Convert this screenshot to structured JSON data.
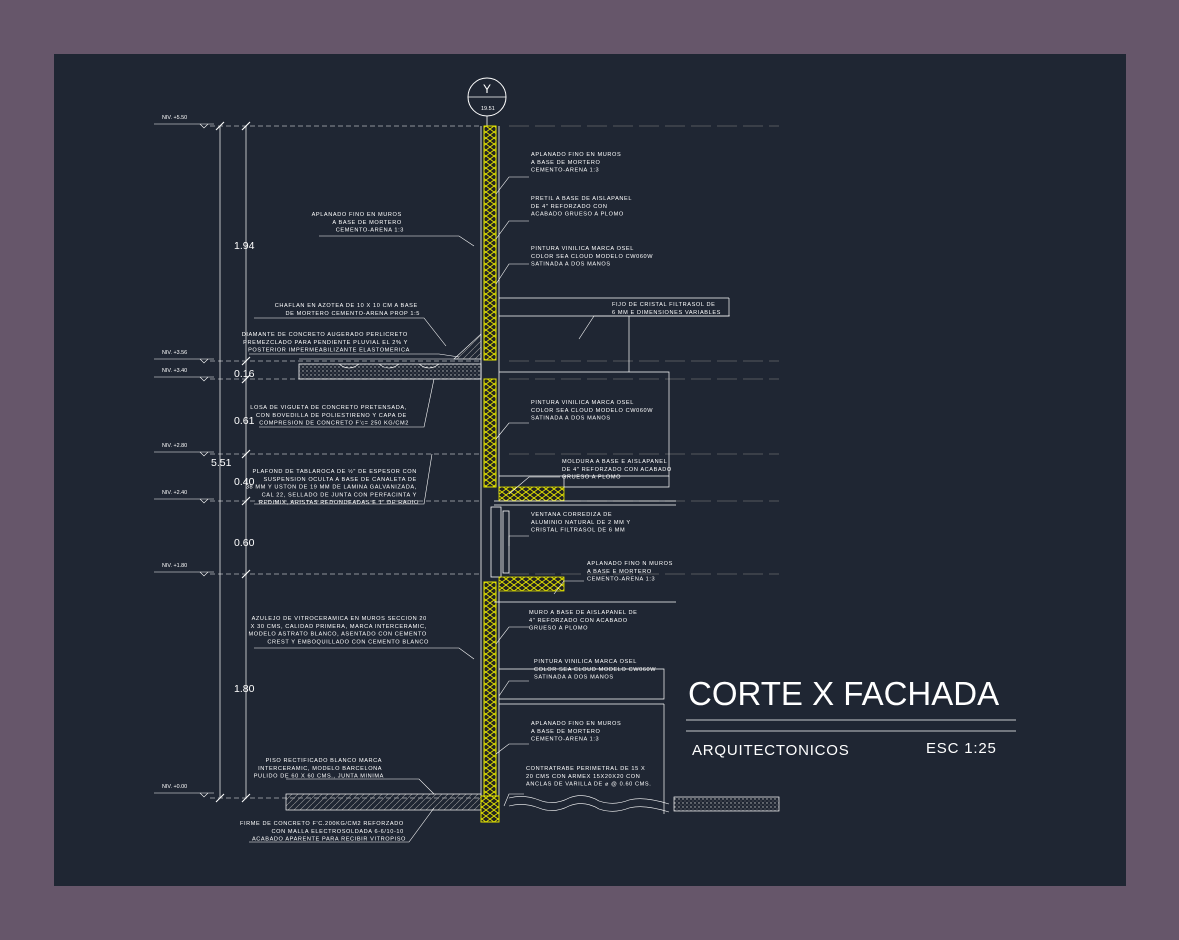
{
  "title": {
    "main": "CORTE X FACHADA",
    "subtitle": "ARQUITECTONICOS",
    "scale": "ESC 1:25"
  },
  "axis_marker": {
    "letter": "Y",
    "value": "19.51"
  },
  "levels": [
    {
      "label": "NIV. +5.50"
    },
    {
      "label": "NIV. +3.56"
    },
    {
      "label": "NIV. +3.40"
    },
    {
      "label": "NIV. +2.80"
    },
    {
      "label": "NIV. +2.40"
    },
    {
      "label": "NIV. +1.80"
    },
    {
      "label": "NIV. +0.00"
    }
  ],
  "dimensions": {
    "inner": [
      "1.94",
      "0.16",
      "0.61",
      "0.40",
      "0.60",
      "1.80"
    ],
    "total": "5.51"
  },
  "notes_right": [
    {
      "lines": [
        "APLANADO FINO EN MUROS",
        "A BASE DE MORTERO",
        "CEMENTO-ARENA 1:3"
      ]
    },
    {
      "lines": [
        "PRETIL A BASE DE AISLAPANEL",
        "DE 4\" REFORZADO CON",
        "ACABADO GRUESO A PLOMO"
      ]
    },
    {
      "lines": [
        "PINTURA VINILICA MARCA OSEL",
        "COLOR SEA CLOUD MODELO CW060W",
        "SATINADA A DOS MANOS"
      ]
    },
    {
      "lines": [
        "FIJO DE CRISTAL FILTRASOL DE",
        "6 MM E DIMENSIONES VARIABLES"
      ]
    },
    {
      "lines": [
        "PINTURA VINILICA MARCA OSEL",
        "COLOR SEA CLOUD MODELO CW060W",
        "SATINADA A DOS MANOS"
      ]
    },
    {
      "lines": [
        "MOLDURA A BASE E AISLAPANEL",
        "DE 4\" REFORZADO CON ACABADO",
        "GRUESO A PLOMO"
      ]
    },
    {
      "lines": [
        "VENTANA CORREDIZA DE",
        "ALUMINIO NATURAL DE 2 MM Y",
        "CRISTAL FILTRASOL DE 6 MM"
      ]
    },
    {
      "lines": [
        "APLANADO FINO N MUROS",
        "A BASE E MORTERO",
        "CEMENTO-ARENA 1:3"
      ]
    },
    {
      "lines": [
        "MURO A BASE DE AISLAPANEL DE",
        "4\" REFORZADO CON ACABADO",
        "GRUESO A PLOMO"
      ]
    },
    {
      "lines": [
        "PINTURA VINILICA MARCA OSEL",
        "COLOR SEA CLOUD MODELO CW060W",
        "SATINADA A DOS MANOS"
      ]
    },
    {
      "lines": [
        "APLANADO FINO EN MUROS",
        "A BASE DE MORTERO",
        "CEMENTO-ARENA 1:3"
      ]
    },
    {
      "lines": [
        "CONTRATRABE PERIMETRAL DE 15 X",
        "20 CMS CON ARMEX 15X20X20 CON",
        "ANCLAS DE VARILLA DE ⌀ @ 0.60 CMS."
      ]
    }
  ],
  "notes_left": [
    {
      "lines": [
        "APLANADO FINO EN MUROS",
        "A BASE DE MORTERO",
        "CEMENTO-ARENA 1:3"
      ]
    },
    {
      "lines": [
        "CHAFLAN EN AZOTEA DE 10 X 10 CM A BASE",
        "DE MORTERO CEMENTO-ARENA PROP 1:5"
      ]
    },
    {
      "lines": [
        "DIAMANTE DE CONCRETO AUGERADO PERLICRETO",
        "PREMEZCLADO PARA PENDIENTE PLUVIAL EL 2% Y",
        "POSTERIOR IMPERMEABILIZANTE ELASTOMERICA"
      ]
    },
    {
      "lines": [
        "LOSA DE VIGUETA DE CONCRETO PRETENSADA,",
        "CON BOVEDILLA DE POLIESTIRENO Y CAPA DE",
        "COMPRESION DE CONCRETO F'c= 250 KG/CM2"
      ]
    },
    {
      "lines": [
        "PLAFOND DE TABLAROCA DE ½\" DE ESPESOR CON",
        "SUSPENSION OCULTA A BASE DE CANALETA DE",
        "38 MM Y USTON DE 19 MM DE LAMINA GALVANIZADA,",
        "CAL 22, SELLADO DE JUNTA CON PERFACINTA Y",
        "REDIMIX, ARISTAS REDONDEADAS E 1\" DE RADIO"
      ]
    },
    {
      "lines": [
        "AZULEJO DE VITROCERAMICA EN MUROS SECCION 20",
        "X 30 CMS, CALIDAD PRIMERA, MARCA INTERCERAMIC,",
        "MODELO ASTRATO BLANCO, ASENTADO CON CEMENTO",
        "CREST Y EMBOQUILLADO CON CEMENTO BLANCO"
      ]
    },
    {
      "lines": [
        "PISO RECTIFICADO BLANCO MARCA",
        "INTERCERAMIC, MODELO BARCELONA",
        "PULIDO DE 60 X 60 CMS., JUNTA MINIMA"
      ]
    },
    {
      "lines": [
        "FIRME DE CONCRETO F'C.200KG/CM2 REFORZADO",
        "CON MALLA ELECTROSOLDADA 6-6/10-10",
        "ACABADO APARENTE PARA RECIBIR VITROPISO"
      ]
    }
  ],
  "colors": {
    "background": "#1f2633",
    "frame": "#66566a",
    "line": "#ffffff",
    "insulation": "#e6e600"
  }
}
